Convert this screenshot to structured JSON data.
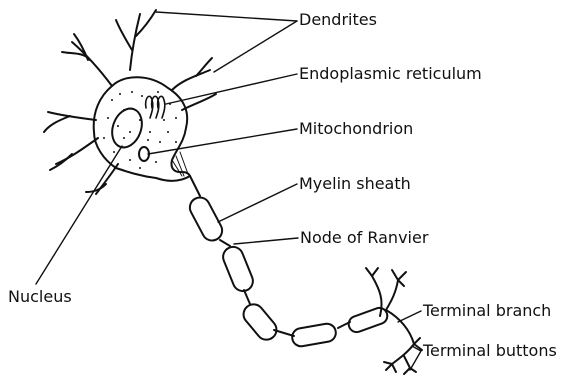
{
  "labels": {
    "dendrites": "Dendrites",
    "endoplasmic_reticulum": "Endoplasmic reticulum",
    "mitochondrion": "Mitochondrion",
    "myelin_sheath": "Myelin sheath",
    "node_of_ranvier": "Node of Ranvier",
    "nucleus": "Nucleus",
    "terminal_branch": "Terminal branch",
    "terminal_buttons": "Terminal buttons"
  },
  "colors": {
    "ink": "#111111",
    "background": "#ffffff"
  }
}
